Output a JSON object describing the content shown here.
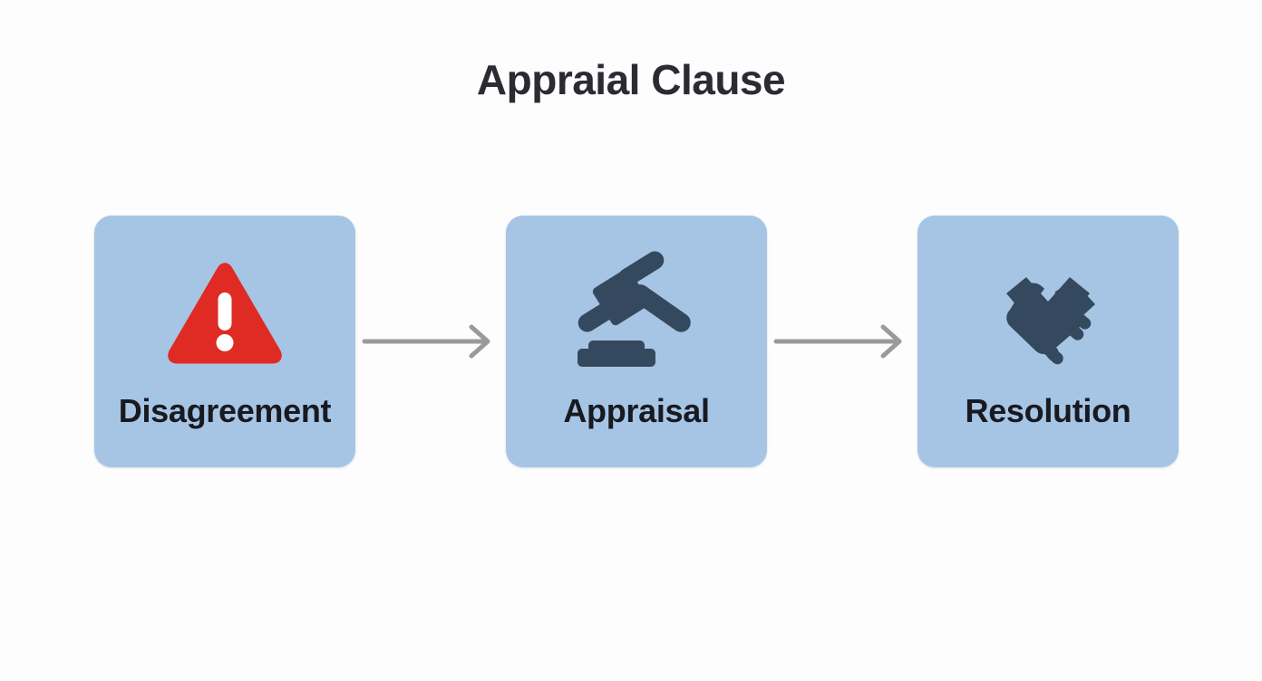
{
  "title": "Appraial Clause",
  "colors": {
    "background": "#fdfdfd",
    "card_fill": "#a6c5e5",
    "title_text": "#2b2b33",
    "label_text": "#191920",
    "icon_dark": "#34495e",
    "icon_warning_red": "#e02a24",
    "arrow_gray": "#9a9a9a"
  },
  "steps": [
    {
      "label": "Disagreement",
      "icon": "warning-triangle-icon",
      "icon_color": "#e02a24"
    },
    {
      "label": "Appraisal",
      "icon": "gavel-icon",
      "icon_color": "#34495e"
    },
    {
      "label": "Resolution",
      "icon": "handshake-icon",
      "icon_color": "#34495e"
    }
  ],
  "connectors": [
    {
      "from": "Disagreement",
      "to": "Appraisal",
      "style": "arrow-right"
    },
    {
      "from": "Appraisal",
      "to": "Resolution",
      "style": "arrow-right"
    }
  ]
}
